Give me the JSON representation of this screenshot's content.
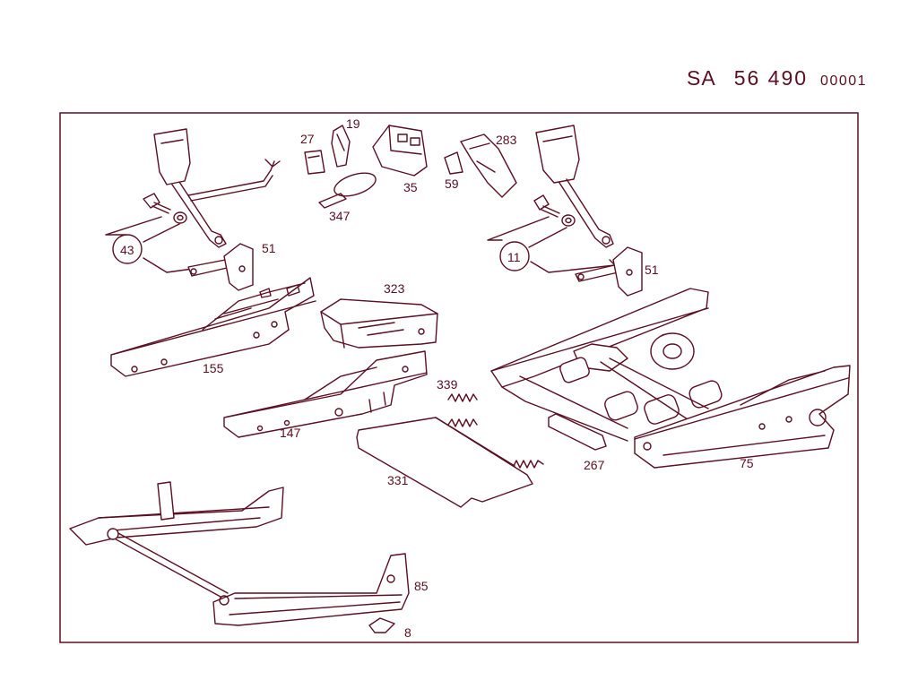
{
  "header": {
    "prefix": "SA",
    "number": "56 490",
    "sheet": "00001"
  },
  "colors": {
    "line": "#5a0f22",
    "background": "#ffffff"
  },
  "parts": {
    "p43": "43",
    "p51_left": "51",
    "p155": "155",
    "p27": "27",
    "p19": "19",
    "p347": "347",
    "p35": "35",
    "p59": "59",
    "p283": "283",
    "p11": "11",
    "p51_right": "51",
    "p323": "323",
    "p147": "147",
    "p339": "339",
    "p331": "331",
    "p267": "267",
    "p75": "75",
    "p85": "85",
    "p8": "8"
  }
}
